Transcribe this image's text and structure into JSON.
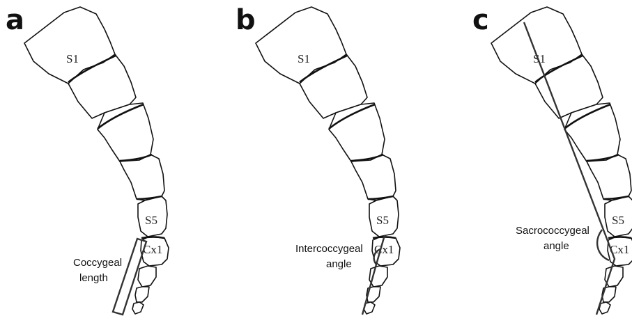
{
  "panels": [
    {
      "letter": "a",
      "vertebra_labels": {
        "top": "S1",
        "middle": "S5",
        "bottom": "Cx1"
      },
      "annotation": [
        "Coccygeal",
        "length"
      ]
    },
    {
      "letter": "b",
      "vertebra_labels": {
        "top": "S1",
        "middle": "S5",
        "bottom": "Cx1"
      },
      "annotation": [
        "Intercoccygeal",
        "angle"
      ]
    },
    {
      "letter": "c",
      "vertebra_labels": {
        "top": "S1",
        "middle": "S5",
        "bottom": "Cx1"
      },
      "annotation": [
        "Sacrococcygeal",
        "angle"
      ]
    }
  ]
}
